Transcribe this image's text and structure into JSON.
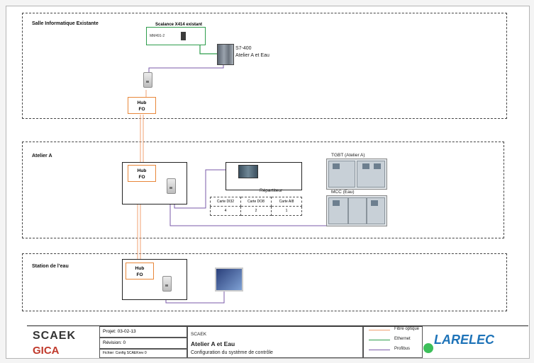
{
  "zones": {
    "salle": "Salle Informatique Existante",
    "atelier_a": "Atelier A",
    "station": "Station de l’eau"
  },
  "scalance": {
    "label": "Scalance X414 existant",
    "module": "MM491-2"
  },
  "s7": {
    "line1": "S7-400",
    "line2": "Atelier A et Eau"
  },
  "hubs": [
    {
      "line1": "Hub",
      "line2": "FO"
    },
    {
      "line1": "Hub",
      "line2": "FO"
    },
    {
      "line1": "Hub",
      "line2": "FO"
    }
  ],
  "repartiteur": {
    "label": "Répartiteur",
    "cards": [
      {
        "name": "Carte DI32",
        "count": "4"
      },
      {
        "name": "Carte DO8",
        "count": "2"
      },
      {
        "name": "Carte AI8",
        "count": "1"
      }
    ]
  },
  "tgbt": "TGBT (Atelier A)",
  "mcc": "MCC (Eau)",
  "title_block": {
    "logo1": "SCAEK",
    "logo2": "GICA",
    "projet": "Projet: 03-02-13",
    "revision": "Révision: 0",
    "fichier": "Fichier: Config SCAEKrev 0",
    "client": "SCAEK",
    "title": "Atelier A et Eau",
    "subtitle": "Configuration du système de contrôle",
    "legend": [
      {
        "label": "Fibre optique",
        "color": "#f0a070"
      },
      {
        "label": "Ethernet",
        "color": "#2e9d4c"
      },
      {
        "label": "Profibus",
        "color": "#7a5aa8"
      }
    ],
    "logo3": "LARELEC"
  }
}
